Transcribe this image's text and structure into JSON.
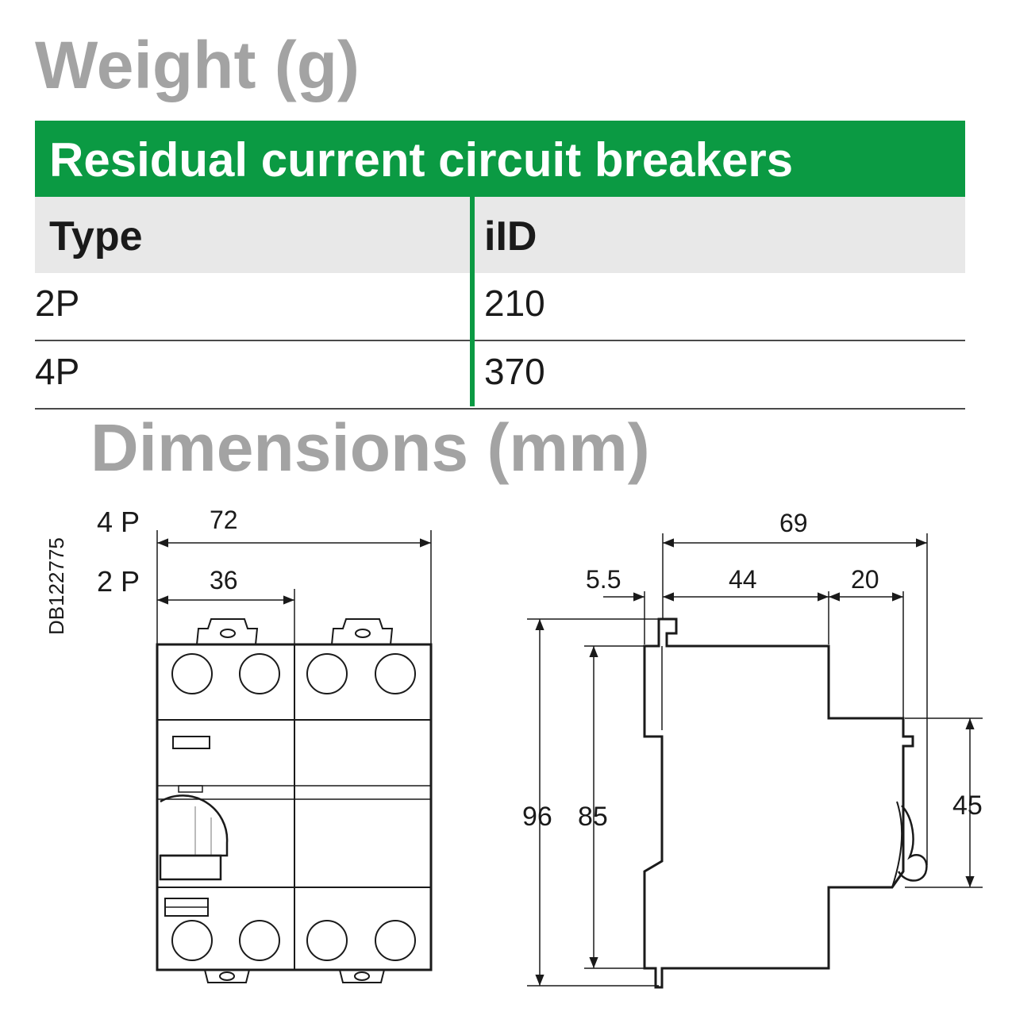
{
  "weight": {
    "heading": "Weight (g)",
    "table_title": "Residual current circuit breakers",
    "columns": [
      "Type",
      "iID"
    ],
    "rows": [
      {
        "type": "2P",
        "value": "210"
      },
      {
        "type": "4P",
        "value": "370"
      }
    ]
  },
  "dimensions": {
    "heading": "Dimensions (mm)",
    "ref_code": "DB122775",
    "front_view": {
      "label_4p": "4 P",
      "label_2p": "2 P",
      "width_4p": "72",
      "width_2p": "36"
    },
    "side_view": {
      "depth_total": "69",
      "offset": "5.5",
      "depth_body": "44",
      "depth_front": "20",
      "height_total": "96",
      "height_body": "85",
      "height_front": "45"
    }
  },
  "colors": {
    "accent_green": "#0b9a43",
    "heading_grey": "#a3a3a3",
    "header_bg": "#e8e8e8"
  }
}
